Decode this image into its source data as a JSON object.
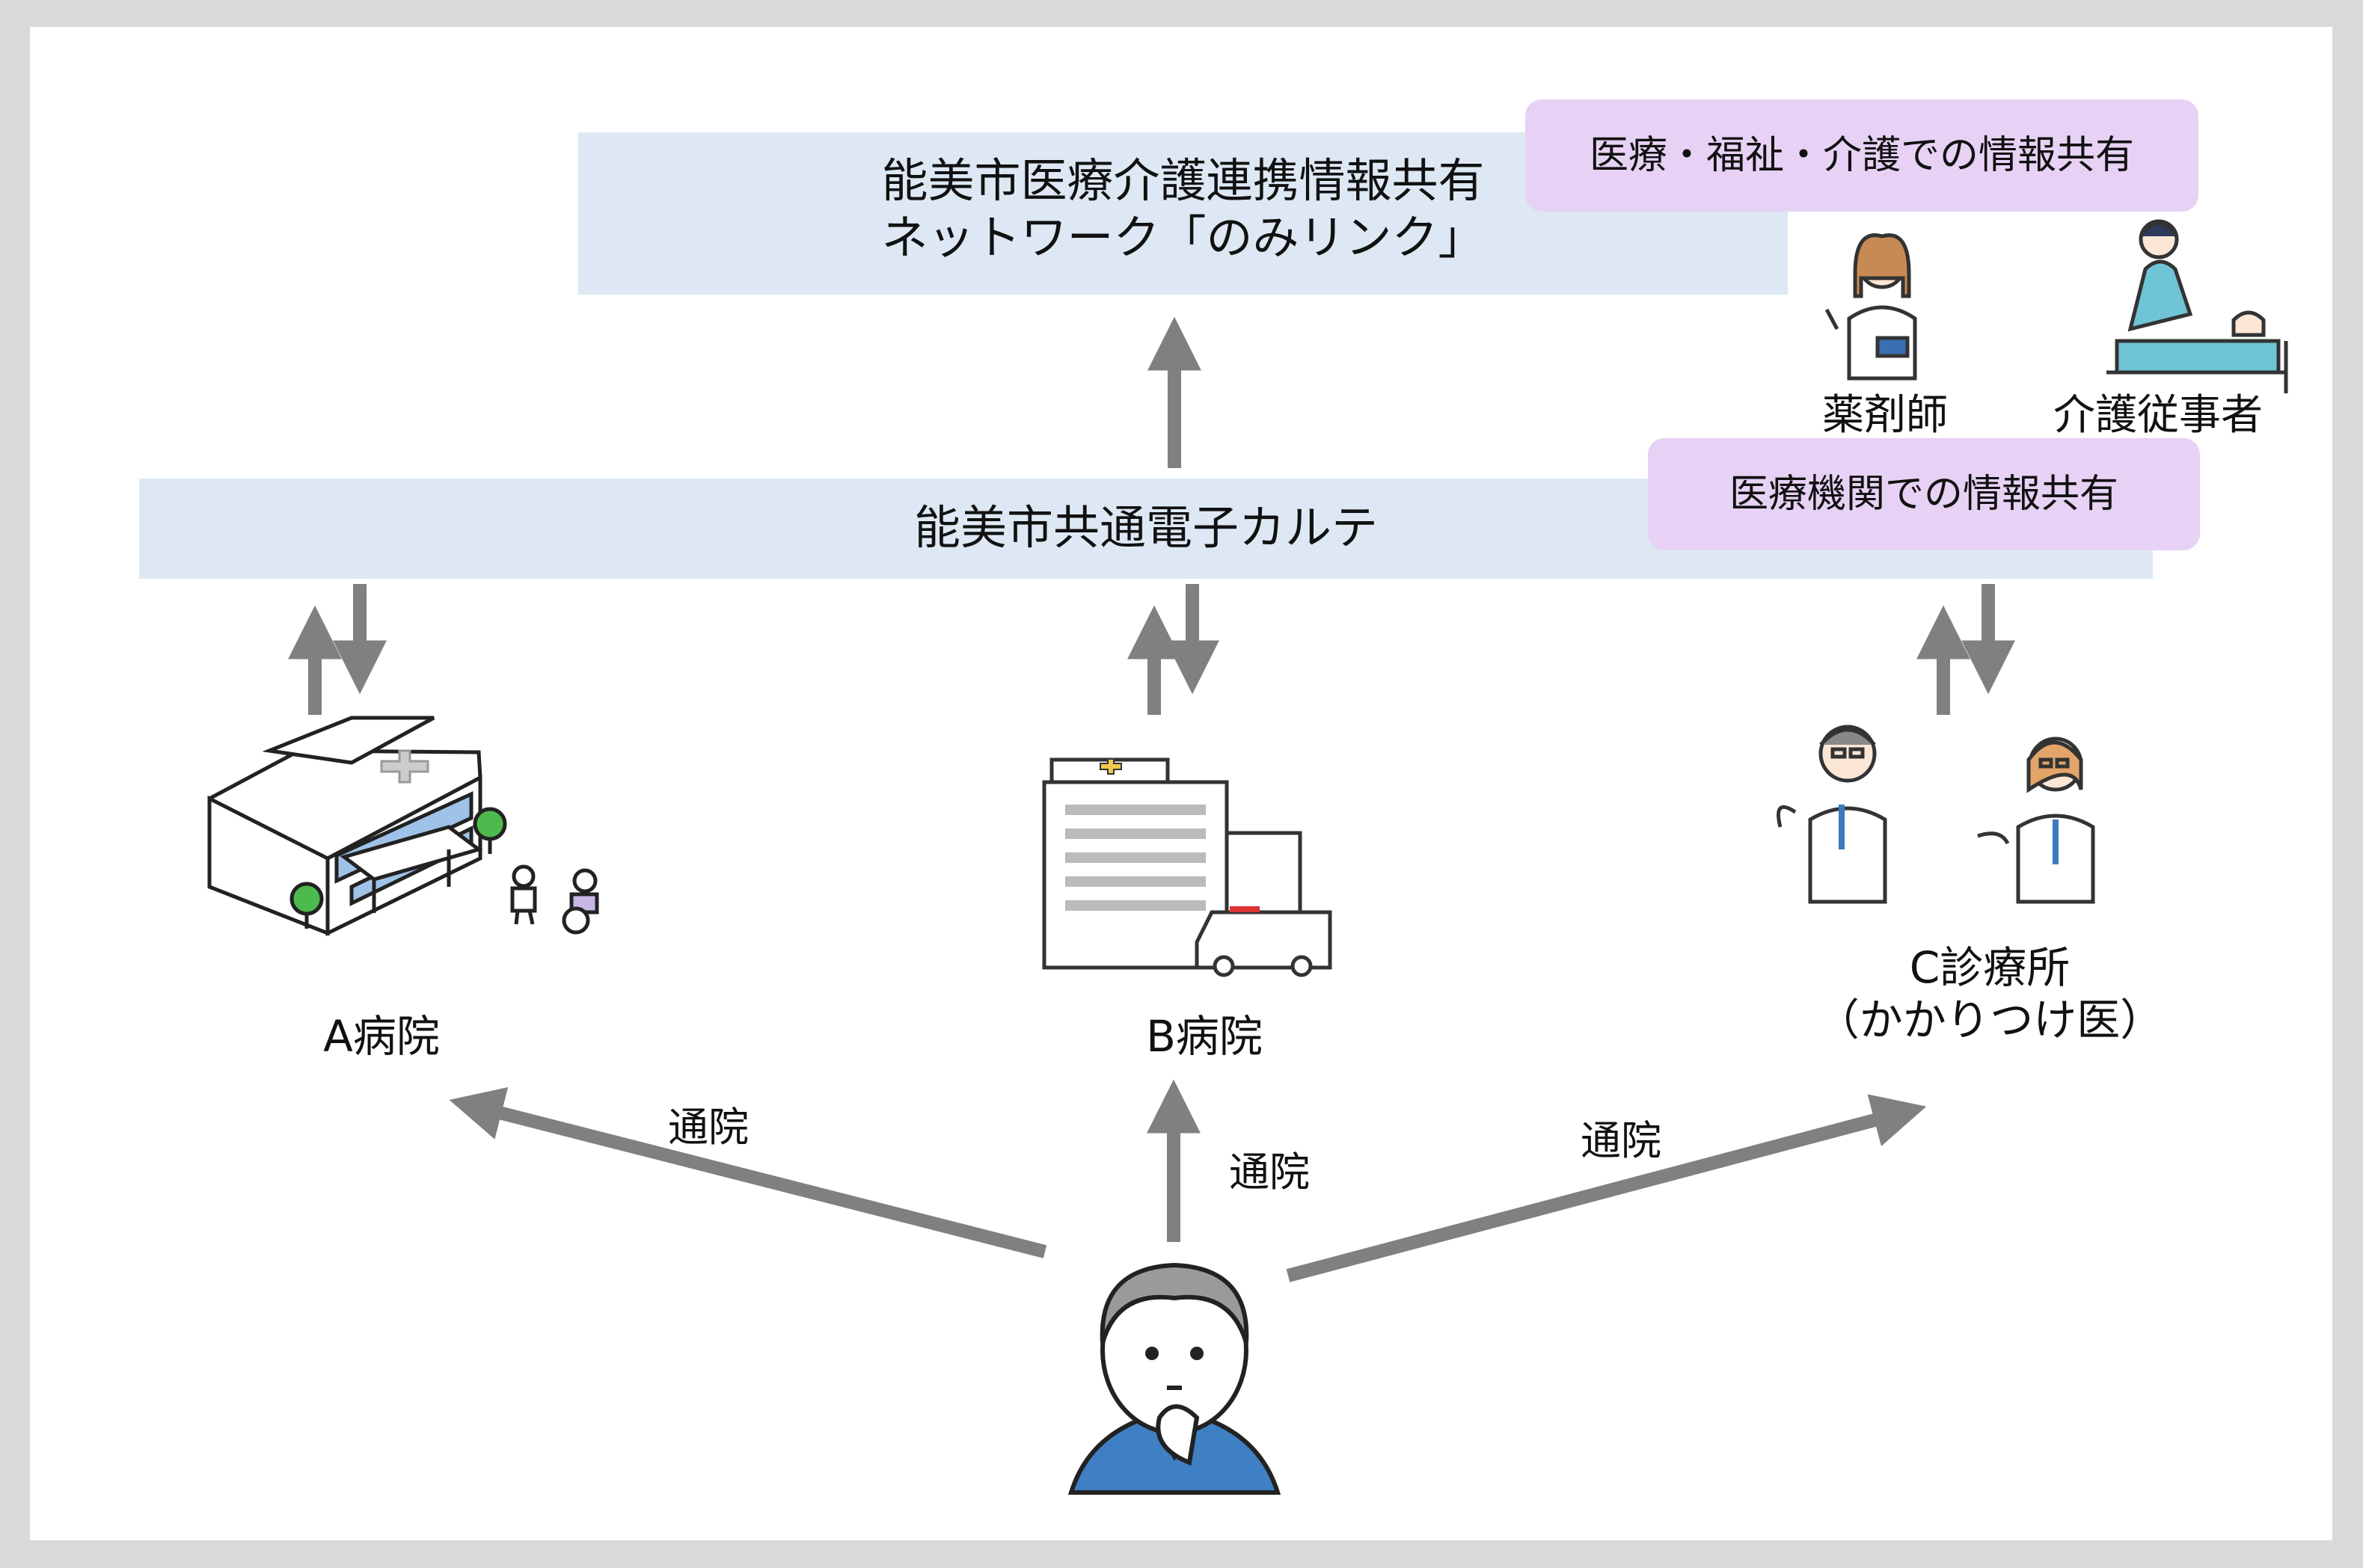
{
  "network_box": {
    "line1": "能美市医療介護連携情報共有",
    "line2": "ネットワーク「のみリンク」"
  },
  "karte_box": {
    "label": "能美市共通電子カルテ"
  },
  "badge_welfare": {
    "label": "医療・福祉・介護での情報共有"
  },
  "badge_medical": {
    "label": "医療機関での情報共有"
  },
  "roles": {
    "pharmacist": "薬剤師",
    "caregiver": "介護従事者"
  },
  "facilities": {
    "a": "A病院",
    "b": "B病院",
    "c_line1": "C診療所",
    "c_line2": "（かかりつけ医）"
  },
  "visit_labels": {
    "left": "通院",
    "center": "通院",
    "right": "通院"
  },
  "colors": {
    "box_blue": "#dde8f4",
    "badge_purple": "#e7d2f5",
    "arrow_gray": "#808080",
    "frame_gray": "#d9d9d9",
    "patient_shirt": "#3f7fc4"
  },
  "icons": [
    "hospital-building-icon",
    "hospital-ambulance-icon",
    "doctors-icon",
    "pharmacist-icon",
    "caregiver-icon",
    "patient-icon"
  ]
}
